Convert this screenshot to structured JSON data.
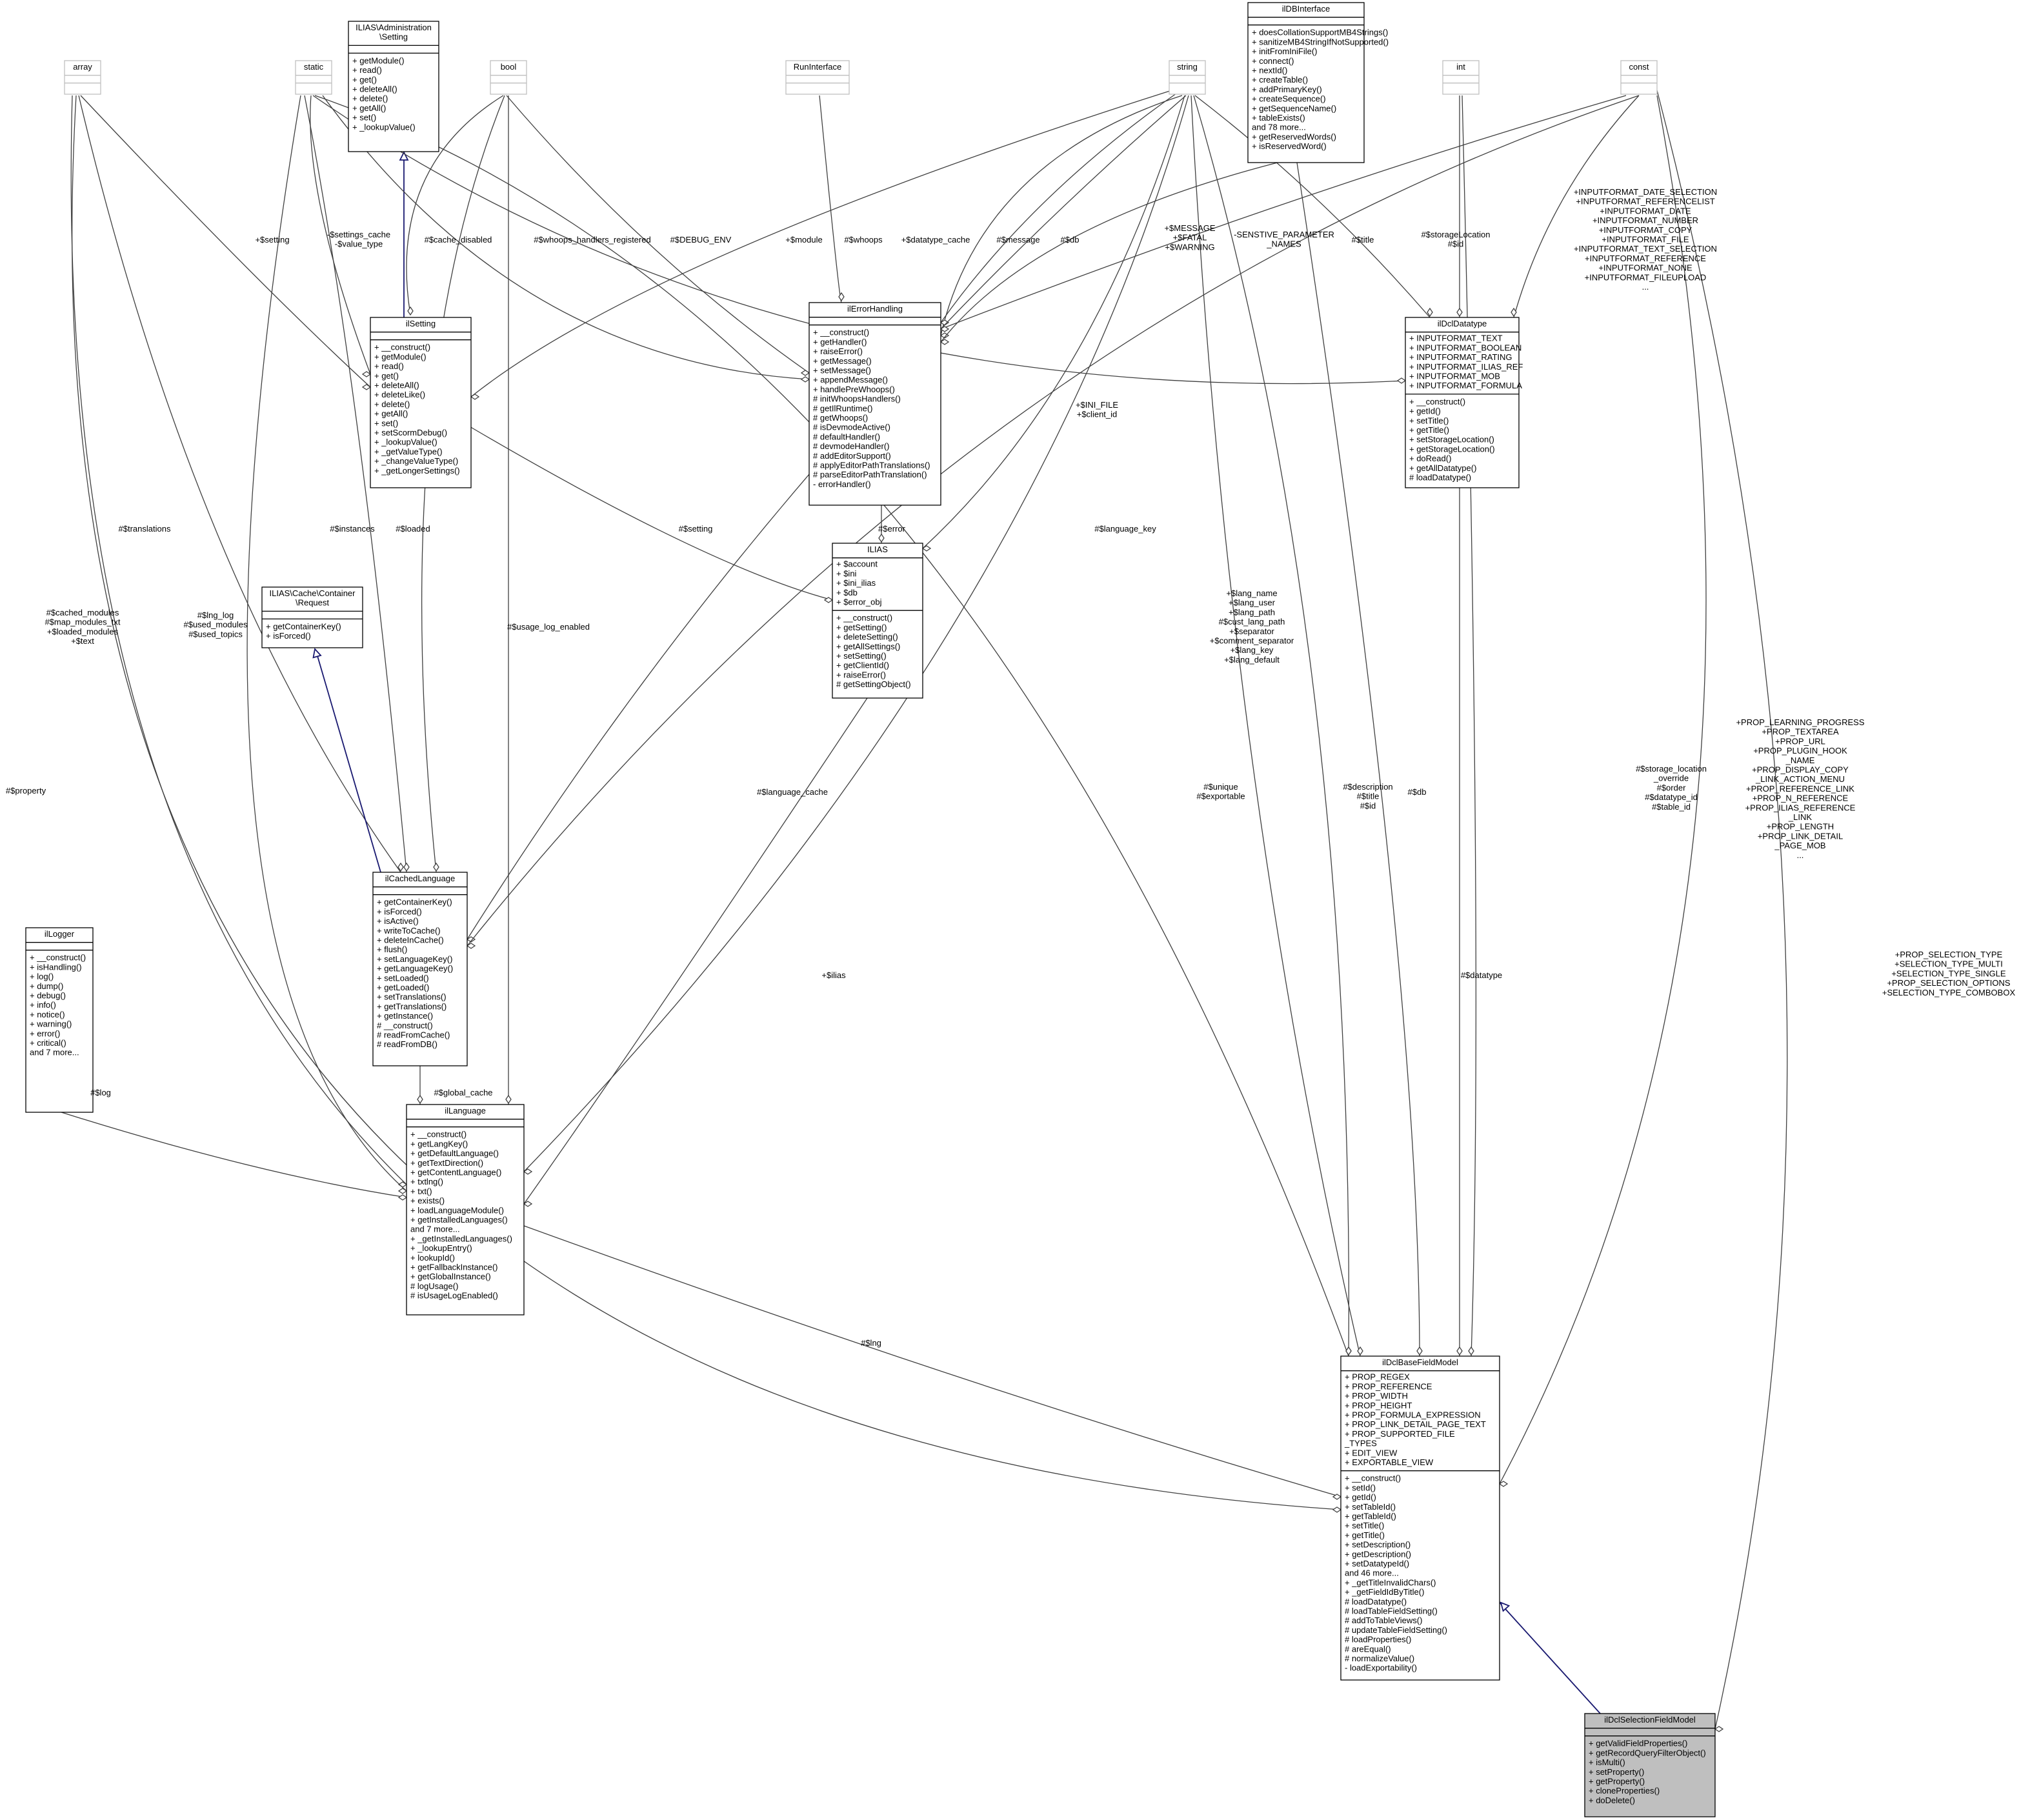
{
  "diagram": {
    "classes": {
      "array": {
        "title": [
          "array"
        ],
        "attrs": [],
        "ops": []
      },
      "static": {
        "title": [
          "static"
        ],
        "attrs": [],
        "ops": []
      },
      "admin_setting": {
        "title": [
          "ILIAS\\Administration",
          "\\Setting"
        ],
        "attrs": [],
        "ops": [
          "+ getModule()",
          "+ read()",
          "+ get()",
          "+ deleteAll()",
          "+ delete()",
          "+ getAll()",
          "+ set()",
          "+ _lookupValue()"
        ]
      },
      "bool": {
        "title": [
          "bool"
        ],
        "attrs": [],
        "ops": []
      },
      "runinterface": {
        "title": [
          "RunInterface"
        ],
        "attrs": [],
        "ops": []
      },
      "string": {
        "title": [
          "string"
        ],
        "attrs": [],
        "ops": []
      },
      "ildbinterface": {
        "title": [
          "ilDBInterface"
        ],
        "attrs": [],
        "ops": [
          "+ doesCollationSupportMB4Strings()",
          "+ sanitizeMB4StringIfNotSupported()",
          "+ initFromIniFile()",
          "+ connect()",
          "+ nextId()",
          "+ createTable()",
          "+ addPrimaryKey()",
          "+ createSequence()",
          "+ getSequenceName()",
          "+ tableExists()",
          "and 78 more...",
          "+ getReservedWords()",
          "+ isReservedWord()"
        ]
      },
      "int": {
        "title": [
          "int"
        ],
        "attrs": [],
        "ops": []
      },
      "const": {
        "title": [
          "const"
        ],
        "attrs": [],
        "ops": []
      },
      "ilsetting": {
        "title": [
          "ilSetting"
        ],
        "attrs": [],
        "ops": [
          "+ __construct()",
          "+ getModule()",
          "+ read()",
          "+ get()",
          "+ deleteAll()",
          "+ deleteLike()",
          "+ delete()",
          "+ getAll()",
          "+ set()",
          "+ setScormDebug()",
          "+ _lookupValue()",
          "+ _getValueType()",
          "+ _changeValueType()",
          "+ _getLongerSettings()"
        ]
      },
      "ilerrorhandling": {
        "title": [
          "ilErrorHandling"
        ],
        "attrs": [],
        "ops": [
          "+ __construct()",
          "+ getHandler()",
          "+ raiseError()",
          "+ getMessage()",
          "+ setMessage()",
          "+ appendMessage()",
          "+ handlePreWhoops()",
          "# initWhoopsHandlers()",
          "# getIlRuntime()",
          "# getWhoops()",
          "# isDevmodeActive()",
          "# defaultHandler()",
          "# devmodeHandler()",
          "# addEditorSupport()",
          "# applyEditorPathTranslations()",
          "# parseEditorPathTranslation()",
          "- errorHandler()"
        ]
      },
      "ildcldatatype": {
        "title": [
          "ilDclDatatype"
        ],
        "attrs": [
          "+ INPUTFORMAT_TEXT",
          "+ INPUTFORMAT_BOOLEAN",
          "+ INPUTFORMAT_RATING",
          "+ INPUTFORMAT_ILIAS_REF",
          "+ INPUTFORMAT_MOB",
          "+ INPUTFORMAT_FORMULA"
        ],
        "ops": [
          "+ __construct()",
          "+ getId()",
          "+ setTitle()",
          "+ getTitle()",
          "+ setStorageLocation()",
          "+ getStorageLocation()",
          "+ doRead()",
          "+ getAllDatatype()",
          "# loadDatatype()"
        ]
      },
      "ilias": {
        "title": [
          "ILIAS"
        ],
        "attrs": [
          "+ $account",
          "+ $ini",
          "+ $ini_ilias",
          "+ $db",
          "+ $error_obj"
        ],
        "ops": [
          "+ __construct()",
          "+ getSetting()",
          "+ deleteSetting()",
          "+ getAllSettings()",
          "+ setSetting()",
          "+ getClientId()",
          "+ raiseError()",
          "# getSettingObject()"
        ]
      },
      "cache_request": {
        "title": [
          "ILIAS\\Cache\\Container",
          "\\Request"
        ],
        "attrs": [],
        "ops": [
          "+ getContainerKey()",
          "+ isForced()"
        ]
      },
      "illogger": {
        "title": [
          "ilLogger"
        ],
        "attrs": [],
        "ops": [
          "+ __construct()",
          "+ isHandling()",
          "+ log()",
          "+ dump()",
          "+ debug()",
          "+ info()",
          "+ notice()",
          "+ warning()",
          "+ error()",
          "+ critical()",
          "and 7 more..."
        ]
      },
      "ilcachedlanguage": {
        "title": [
          "ilCachedLanguage"
        ],
        "attrs": [],
        "ops": [
          "+ getContainerKey()",
          "+ isForced()",
          "+ isActive()",
          "+ writeToCache()",
          "+ deleteInCache()",
          "+ flush()",
          "+ setLanguageKey()",
          "+ getLanguageKey()",
          "+ setLoaded()",
          "+ getLoaded()",
          "+ setTranslations()",
          "+ getTranslations()",
          "+ getInstance()",
          "# __construct()",
          "# readFromCache()",
          "# readFromDB()"
        ]
      },
      "illanguage": {
        "title": [
          "ilLanguage"
        ],
        "attrs": [],
        "ops": [
          "+ __construct()",
          "+ getLangKey()",
          "+ getDefaultLanguage()",
          "+ getTextDirection()",
          "+ getContentLanguage()",
          "+ txtlng()",
          "+ txt()",
          "+ exists()",
          "+ loadLanguageModule()",
          "+ getInstalledLanguages()",
          "and 7 more...",
          "+ _getInstalledLanguages()",
          "+ _lookupEntry()",
          "+ lookupId()",
          "+ getFallbackInstance()",
          "+ getGlobalInstance()",
          "# logUsage()",
          "# isUsageLogEnabled()"
        ]
      },
      "basefield": {
        "title": [
          "ilDclBaseFieldModel"
        ],
        "attrs": [
          "+ PROP_REGEX",
          "+ PROP_REFERENCE",
          "+ PROP_WIDTH",
          "+ PROP_HEIGHT",
          "+ PROP_FORMULA_EXPRESSION",
          "+ PROP_LINK_DETAIL_PAGE_TEXT",
          "+ PROP_SUPPORTED_FILE",
          "_TYPES",
          "+ EDIT_VIEW",
          "+ EXPORTABLE_VIEW"
        ],
        "ops": [
          "+ __construct()",
          "+ setId()",
          "+ getId()",
          "+ setTableId()",
          "+ getTableId()",
          "+ setTitle()",
          "+ getTitle()",
          "+ setDescription()",
          "+ getDescription()",
          "+ setDatatypeId()",
          "and 46 more...",
          "+ _getTitleInvalidChars()",
          "+ _getFieldIdByTitle()",
          "# loadDatatype()",
          "# loadTableFieldSetting()",
          "# addToTableViews()",
          "# updateTableFieldSetting()",
          "# loadProperties()",
          "# areEqual()",
          "# normalizeValue()",
          "- loadExportability()"
        ]
      },
      "selection": {
        "title": [
          "ilDclSelectionFieldModel"
        ],
        "attrs": [],
        "ops": [
          "+ getValidFieldProperties()",
          "+ getRecordQueryFilterObject()",
          "+ isMulti()",
          "+ setProperty()",
          "+ getProperty()",
          "+ cloneProperties()",
          "+ doDelete()"
        ]
      }
    },
    "edge_labels": {
      "setting": [
        "+$setting"
      ],
      "settings_cache": [
        "-$settings_cache",
        "-$value_type"
      ],
      "cache_disabled": [
        "#$cache_disabled"
      ],
      "whoops_registered": [
        "#$whoops_handlers_registered"
      ],
      "debug_env": [
        "#$DEBUG_ENV"
      ],
      "module": [
        "+$module"
      ],
      "whoops": [
        "#$whoops"
      ],
      "datatype_cache": [
        "+$datatype_cache"
      ],
      "message": [
        "#$message"
      ],
      "db_eh": [
        "#$db"
      ],
      "message_fatal": [
        "+$MESSAGE",
        "+$FATAL",
        "+$WARNING"
      ],
      "sensitive": [
        "-SENSTIVE_PARAMETER",
        "_NAMES"
      ],
      "title_dt": [
        "#$title"
      ],
      "storage_loc": [
        "#$storageLocation",
        "#$id"
      ],
      "inputformats": [
        "+INPUTFORMAT_DATE_SELECTION",
        "+INPUTFORMAT_REFERENCELIST",
        "+INPUTFORMAT_DATE",
        "+INPUTFORMAT_NUMBER",
        "+INPUTFORMAT_COPY",
        "+INPUTFORMAT_FILE",
        "+INPUTFORMAT_TEXT_SELECTION",
        "+INPUTFORMAT_REFERENCE",
        "+INPUTFORMAT_NONE",
        "+INPUTFORMAT_FILEUPLOAD",
        "..."
      ],
      "ini_file": [
        "+$INI_FILE",
        "+$client_id"
      ],
      "error": [
        "#$error"
      ],
      "setting_ilias": [
        "#$setting"
      ],
      "translations": [
        "#$translations"
      ],
      "instances": [
        "#$instances"
      ],
      "loaded": [
        "#$loaded"
      ],
      "cached_modules": [
        "#$cached_modules",
        "#$map_modules_txt",
        "+$loaded_modules",
        "+$text"
      ],
      "lng_log": [
        "#$lng_log",
        "#$used_modules",
        "#$used_topics"
      ],
      "usage_log": [
        "#$usage_log_enabled"
      ],
      "language_key": [
        "#$language_key"
      ],
      "lang_name": [
        "+$lang_name",
        "+$lang_user",
        "+$lang_path",
        "#$cust_lang_path",
        "+$separator",
        "+$comment_separator",
        "+$lang_key",
        "+$lang_default"
      ],
      "language_cache": [
        "#$language_cache"
      ],
      "ilias": [
        "+$ilias"
      ],
      "property": [
        "#$property"
      ],
      "log": [
        "#$log"
      ],
      "global_cache": [
        "#$global_cache"
      ],
      "lng": [
        "#$lng"
      ],
      "unique": [
        "#$unique",
        "#$exportable"
      ],
      "description": [
        "#$description",
        "#$title",
        "#$id"
      ],
      "db_bf": [
        "#$db"
      ],
      "storage_location": [
        "#$storage_location",
        "_override",
        "#$order",
        "#$datatype_id",
        "#$table_id"
      ],
      "datatype": [
        "#$datatype"
      ],
      "prop_learning": [
        "+PROP_LEARNING_PROGRESS",
        "+PROP_TEXTAREA",
        "+PROP_URL",
        "+PROP_PLUGIN_HOOK",
        "_NAME",
        "+PROP_DISPLAY_COPY",
        "_LINK_ACTION_MENU",
        "+PROP_REFERENCE_LINK",
        "+PROP_N_REFERENCE",
        "+PROP_ILIAS_REFERENCE",
        "_LINK",
        "+PROP_LENGTH",
        "+PROP_LINK_DETAIL",
        "_PAGE_MOB",
        "..."
      ],
      "prop_selection": [
        "+PROP_SELECTION_TYPE",
        "+SELECTION_TYPE_MULTI",
        "+SELECTION_TYPE_SINGLE",
        "+PROP_SELECTION_OPTIONS",
        "+SELECTION_TYPE_COMBOBOX"
      ]
    }
  }
}
